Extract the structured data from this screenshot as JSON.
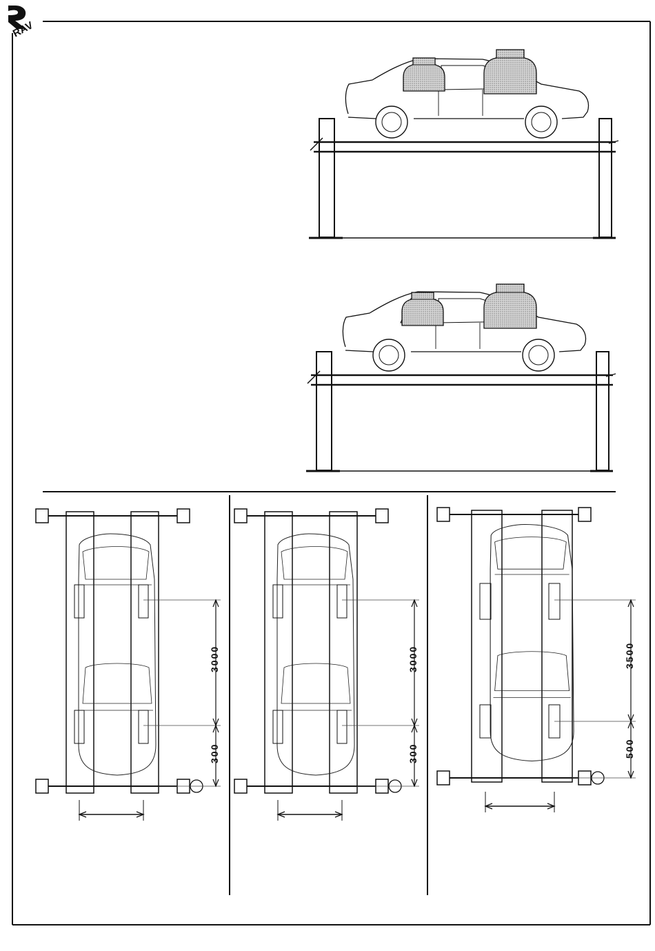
{
  "logo": {
    "text": "RAV",
    "icon": "rav-logo-icon"
  },
  "top_illustrations": [
    {
      "name": "lift-side-view-1",
      "weights": 2,
      "icon": "weight-icon"
    },
    {
      "name": "lift-side-view-2",
      "weights": 2,
      "icon": "weight-icon"
    }
  ],
  "plan_views": [
    {
      "name": "plan-view-left",
      "dim_upper": "3000",
      "dim_lower": "300"
    },
    {
      "name": "plan-view-middle",
      "dim_upper": "3000",
      "dim_lower": "300"
    },
    {
      "name": "plan-view-right",
      "dim_upper": "3500",
      "dim_lower": "500"
    }
  ],
  "colors": {
    "line": "#111111",
    "weight_fill": "#bdbdbd",
    "background": "#ffffff"
  }
}
